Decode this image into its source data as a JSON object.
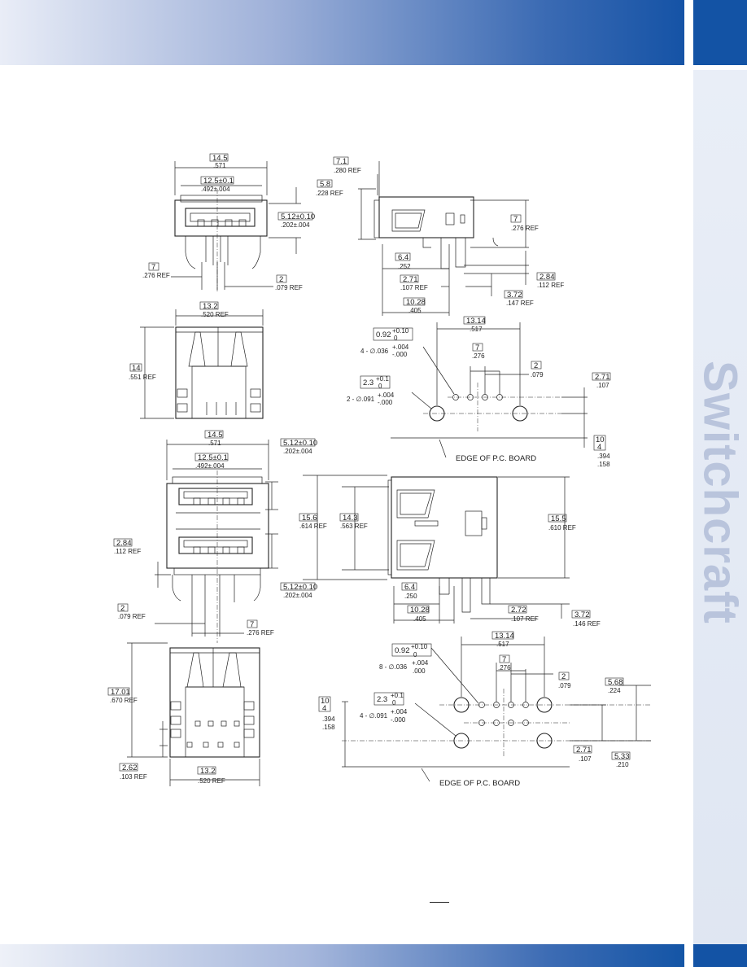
{
  "brand": {
    "name": "Switchcraft"
  },
  "colors": {
    "banner": "#1553a6",
    "brand_text": "#b9c4dc"
  },
  "view1": {
    "dim_width": [
      "14.5",
      ".571"
    ],
    "dim_inner": [
      "12.5±0.1",
      ".492±.004"
    ],
    "dim_slot": [
      "5.12±0.10",
      ".202±.004"
    ],
    "dim_pitch7": [
      "7",
      ".276 REF"
    ],
    "dim_pitch2": [
      "2",
      ".079 REF"
    ]
  },
  "view2": {
    "dim_71": [
      "7.1",
      ".280 REF"
    ],
    "dim_58": [
      "5.8",
      ".228 REF"
    ],
    "dim_7": [
      "7",
      ".276 REF"
    ],
    "dim_64": [
      "6.4",
      ".252"
    ],
    "dim_271": [
      "2.71",
      ".107 REF"
    ],
    "dim_284": [
      "2.84",
      ".112 REF"
    ],
    "dim_372": [
      "3.72",
      ".147 REF"
    ],
    "dim_1028": [
      "10.28",
      ".405"
    ]
  },
  "view3": {
    "dim_132": [
      "13.2",
      ".520 REF"
    ],
    "dim_14": [
      "14",
      ".551 REF"
    ]
  },
  "view4": {
    "dim_1314": [
      "13.14",
      ".517"
    ],
    "hole_small": [
      "0.92",
      "+0.10",
      "0",
      "4 - ∅.036",
      "+.004",
      "-.000"
    ],
    "dim_7": [
      "7",
      ".276"
    ],
    "dim_2": [
      "2",
      ".079"
    ],
    "hole_big": [
      "2.3",
      "+0.1",
      "0",
      "2 - ∅.091",
      "+.004",
      "-.000"
    ],
    "dim_271": [
      "2.71",
      ".107"
    ],
    "dim_10": [
      "10",
      "4",
      ".394",
      ".158"
    ],
    "edge_label": "EDGE OF P.C. BOARD"
  },
  "view5": {
    "dim_width": [
      "14.5",
      ".571"
    ],
    "dim_inner": [
      "12.5±0.1",
      ".492±.004"
    ],
    "dim_slot_top": [
      "5.12±0.10",
      ".202±.004"
    ],
    "dim_284": [
      "2.84",
      ".112 REF"
    ],
    "dim_slot_bot": [
      "5.12±0.10",
      ".202±.004"
    ],
    "dim_2": [
      "2",
      ".079 REF"
    ],
    "dim_7": [
      "7",
      ".276 REF"
    ]
  },
  "view6": {
    "dim_156": [
      "15.6",
      ".614 REF"
    ],
    "dim_143": [
      "14.3",
      ".563 REF"
    ],
    "dim_155": [
      "15.5",
      ".610 REF"
    ],
    "dim_64": [
      "6.4",
      ".250"
    ],
    "dim_1028": [
      "10.28",
      ".405"
    ],
    "dim_272": [
      "2.72",
      ".107 REF"
    ],
    "dim_372": [
      "3.72",
      ".146 REF"
    ]
  },
  "view7": {
    "dim_1701": [
      "17.01",
      ".670 REF"
    ],
    "dim_262": [
      "2.62",
      ".103 REF"
    ],
    "dim_132": [
      "13.2",
      ".520 REF"
    ]
  },
  "view8": {
    "dim_1314": [
      "13.14",
      ".517"
    ],
    "hole_small": [
      "0.92",
      "+0.10",
      "0",
      "8 - ∅.036",
      "+.004",
      ".000"
    ],
    "dim_7": [
      "7",
      ".276"
    ],
    "dim_2": [
      "2",
      ".079"
    ],
    "dim_568": [
      "5.68",
      ".224"
    ],
    "dim_10": [
      "10",
      "4",
      ".394",
      ".158"
    ],
    "hole_big": [
      "2.3",
      "+0.1",
      "0",
      "4 - ∅.091",
      "+.004",
      "-.000"
    ],
    "dim_271": [
      "2.71",
      ".107"
    ],
    "dim_533": [
      "5.33",
      ".210"
    ],
    "edge_label": "EDGE OF P.C. BOARD"
  }
}
